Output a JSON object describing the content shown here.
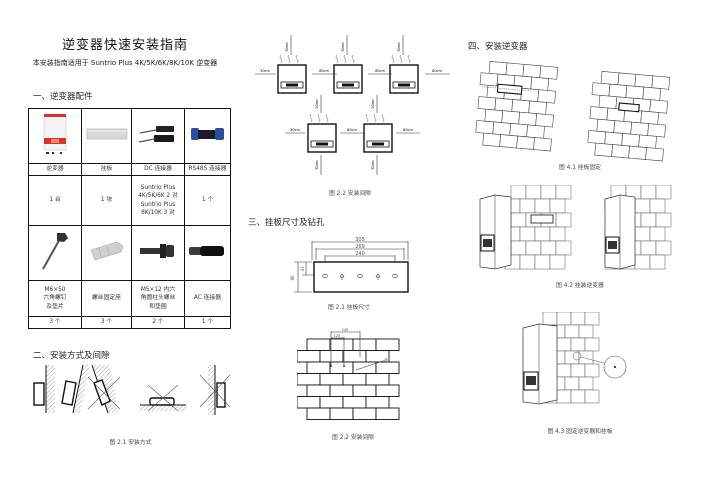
{
  "document": {
    "title": "逆变器快速安装指南",
    "subtitle": "本安装指南适用于 Suntrio Plus 4K/5K/6K/8K/10K 逆变器"
  },
  "sections": {
    "s1": "一、逆变器配件",
    "s2": "二、安装方式及间隙",
    "s3": "三、挂板尺寸及钻孔",
    "s4": "四、安装逆变器"
  },
  "parts_table": {
    "row1": [
      {
        "image": "inverter",
        "name": "逆变器",
        "qty": "1 台"
      },
      {
        "image": "mounting-plate",
        "name": "挂板",
        "qty": "1 块"
      },
      {
        "image": "dc-connector",
        "name": "DC 连接器",
        "qty_lines": [
          "Suntrio Plus",
          "4K/5K/6K 2 对",
          "Suntrio Plus",
          "8K/10K 3 对"
        ]
      },
      {
        "image": "rs485-connector",
        "name": "RS485 连接器",
        "qty": "1 个"
      }
    ],
    "row2": [
      {
        "image": "hex-screw",
        "name_lines": [
          "M6×50",
          "六角螺钉",
          "及垫片"
        ],
        "qty": "3 个"
      },
      {
        "image": "wall-anchor",
        "name": "螺丝固定座",
        "qty": "3 个"
      },
      {
        "image": "socket-screw",
        "name_lines": [
          "M5×12  内六",
          "角圆柱头螺丝",
          "和垫圈"
        ],
        "qty": "2 个"
      },
      {
        "image": "ac-connector",
        "name": "AC 连接器",
        "qty": "1 个"
      }
    ]
  },
  "figures": {
    "fig21_mount": "图 2.1 安装方式",
    "fig22_clearance": "图 2.2 安装间隙",
    "fig21_plate": "图 2.1 挂板尺寸",
    "fig22_wall": "图 2.2 安装间隙",
    "fig41": "图 4.1 挂板固定",
    "fig42": "图 4.2 挂装逆变器",
    "fig43": "图 4.3 固定逆变器和挂板"
  },
  "clearance": {
    "side": "30cm",
    "between": "80cm",
    "vertical": "50cm"
  },
  "plate_dims": {
    "w1": "305",
    "w2": "269",
    "w3": "240",
    "h1": "43",
    "h2": "86"
  },
  "wall_dims": {
    "d1": "240",
    "d2": "125",
    "d3": "φ8"
  },
  "colors": {
    "inverter_red": "#d9322e",
    "connector_blue": "#2a4fa0"
  }
}
